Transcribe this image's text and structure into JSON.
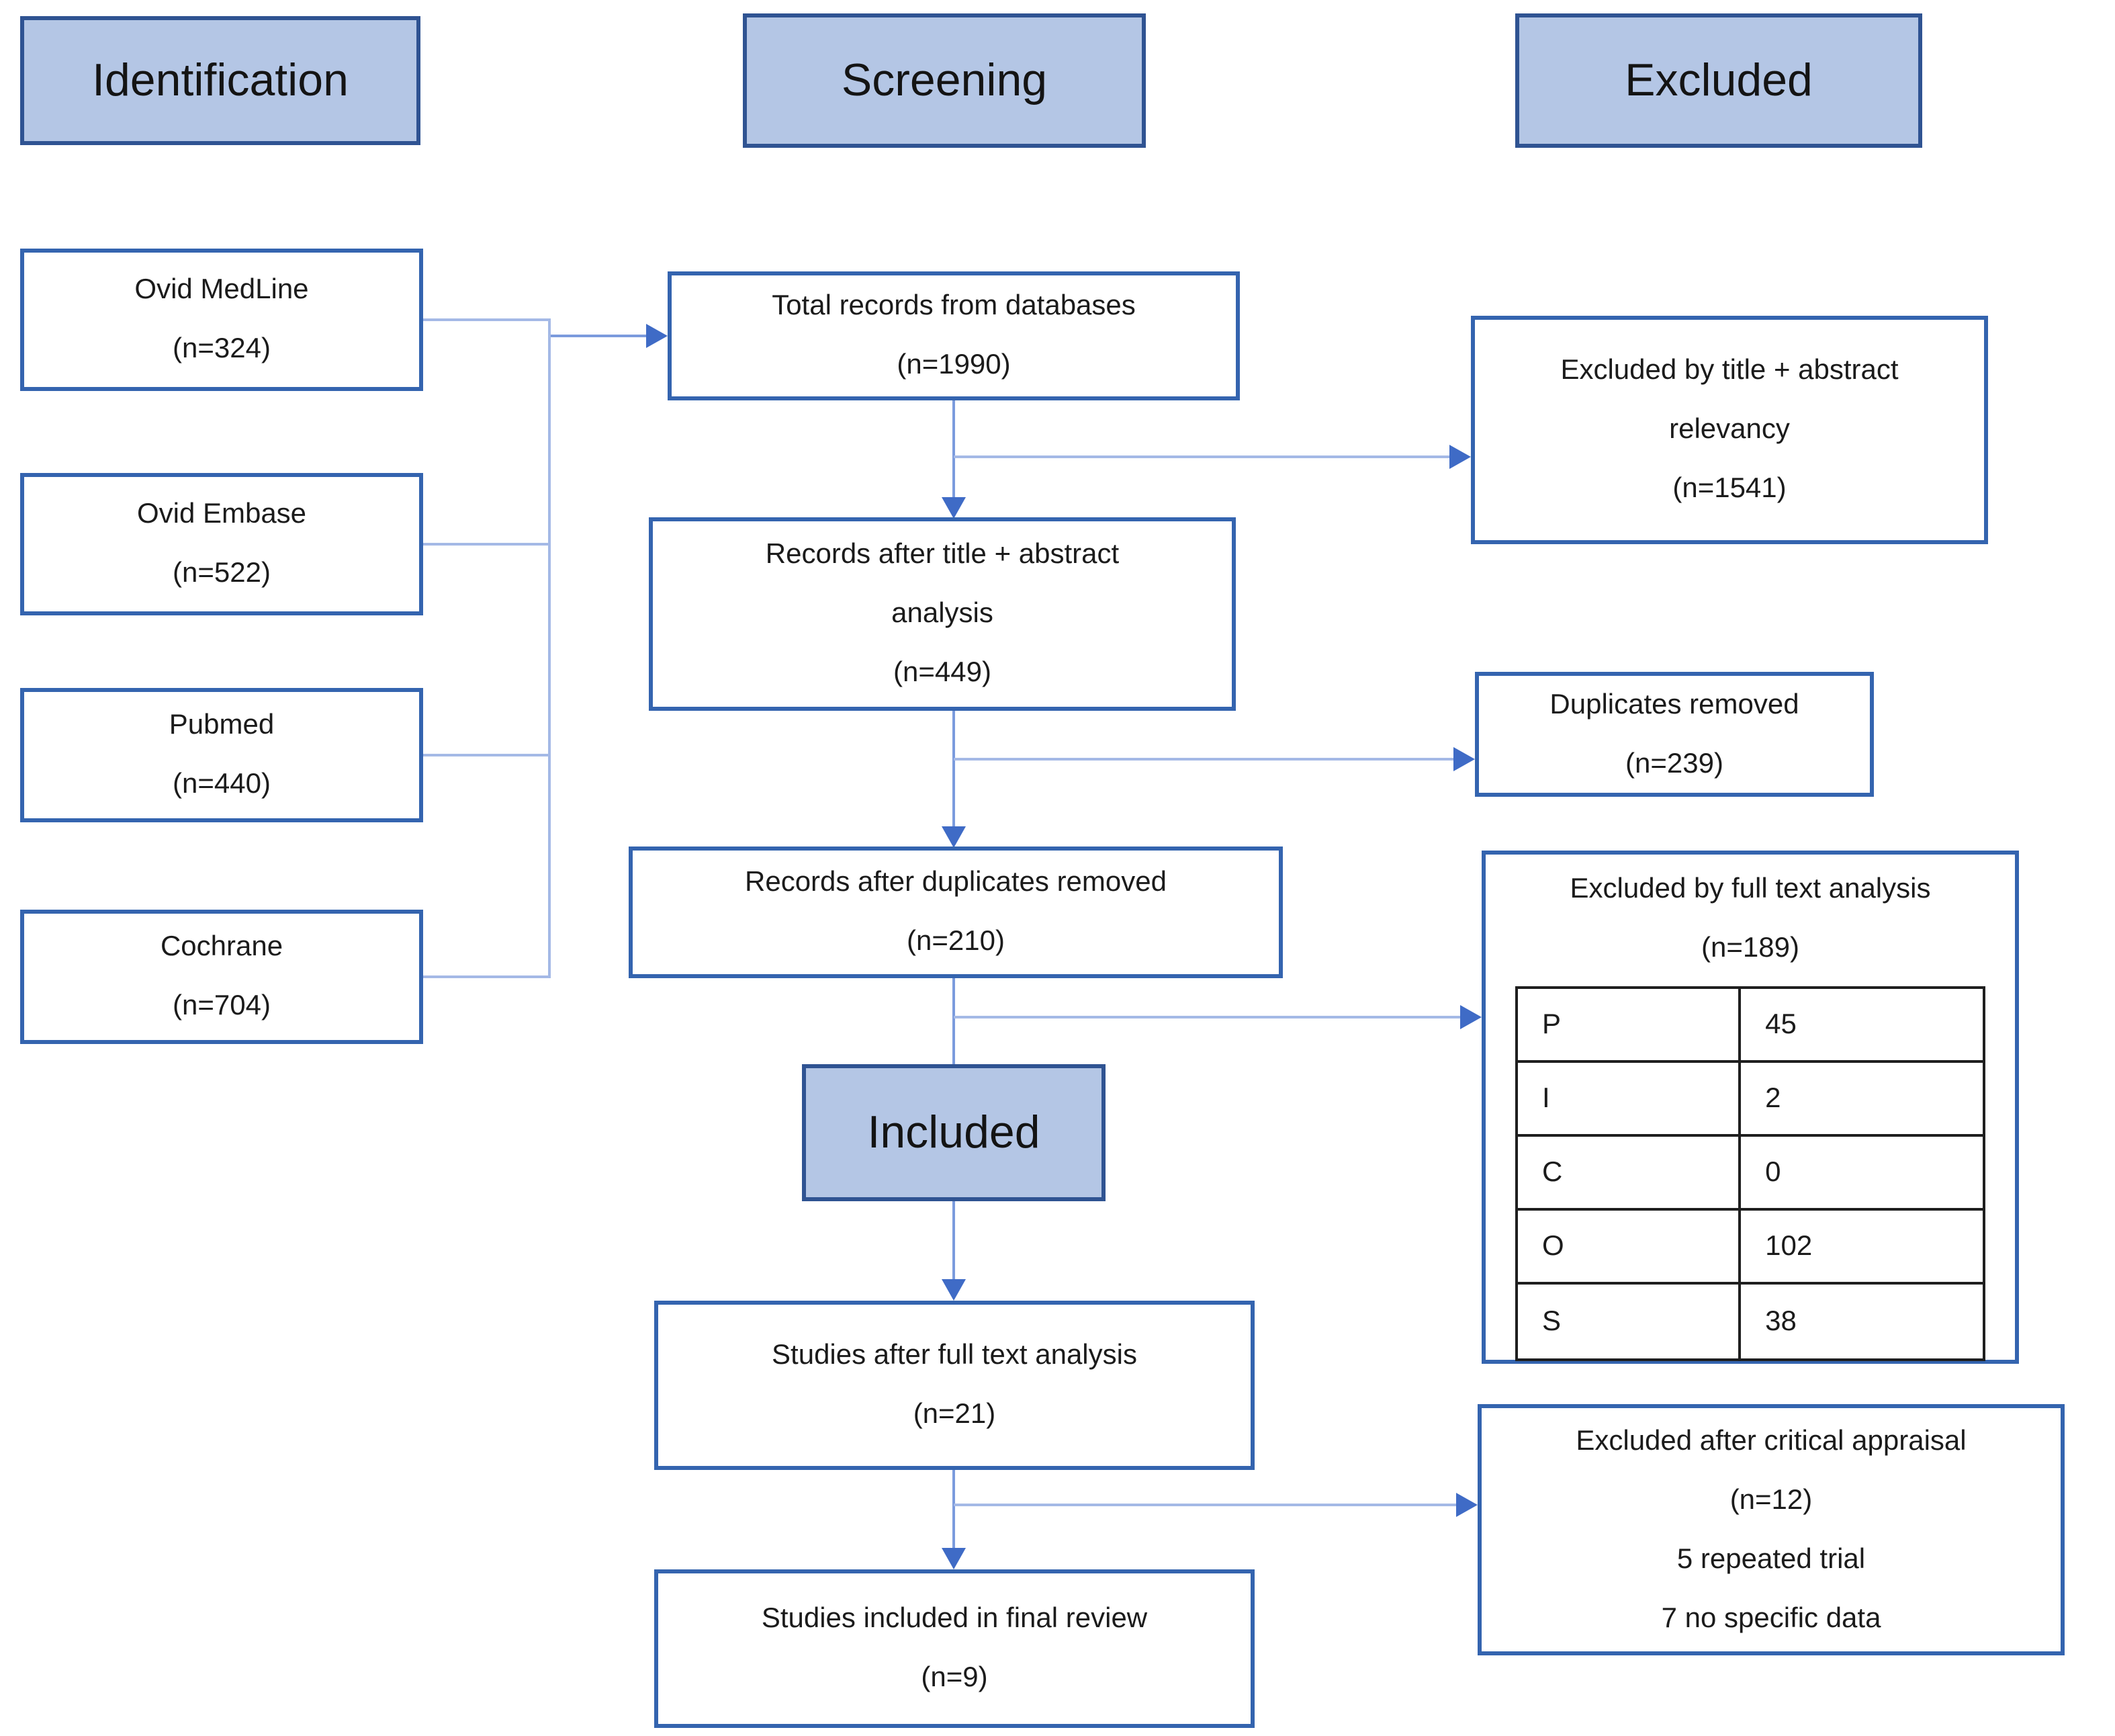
{
  "headers": {
    "identification": "Identification",
    "screening": "Screening",
    "excluded": "Excluded"
  },
  "sources": [
    {
      "name": "Ovid MedLine",
      "count": "(n=324)"
    },
    {
      "name": "Ovid Embase",
      "count": "(n=522)"
    },
    {
      "name": "Pubmed",
      "count": "(n=440)"
    },
    {
      "name": "Cochrane",
      "count": "(n=704)"
    }
  ],
  "screening_flow": {
    "total_records": {
      "line1": "Total records from databases",
      "line2": "(n=1990)"
    },
    "after_title_abstract": {
      "line1": "Records after title + abstract",
      "line2": "analysis",
      "line3": "(n=449)"
    },
    "after_duplicates": {
      "line1": "Records after duplicates removed",
      "line2": "(n=210)"
    },
    "included_label": "Included",
    "after_full_text": {
      "line1": "Studies after full text analysis",
      "line2": "(n=21)"
    },
    "final_review": {
      "line1": "Studies included in final review",
      "line2": "(n=9)"
    }
  },
  "exclusions": {
    "title_abstract": {
      "line1": "Excluded by title + abstract",
      "line2": "relevancy",
      "line3": "(n=1541)"
    },
    "duplicates": {
      "line1": "Duplicates removed",
      "line2": "(n=239)"
    },
    "full_text": {
      "line1": "Excluded by full text analysis",
      "line2": "(n=189)",
      "table": [
        {
          "label": "P",
          "value": "45"
        },
        {
          "label": "I",
          "value": "2"
        },
        {
          "label": "C",
          "value": "0"
        },
        {
          "label": "O",
          "value": "102"
        },
        {
          "label": "S",
          "value": "38"
        }
      ]
    },
    "critical_appraisal": {
      "line1": "Excluded after critical appraisal",
      "line2": "(n=12)",
      "line3": "5 repeated trial",
      "line4": "7 no specific data"
    }
  },
  "colors": {
    "header_fill": "#b4c6e5",
    "header_border": "#2f5392",
    "box_border": "#3464af",
    "connector_light": "#a4b9e6",
    "connector_mid": "#7b9bdd",
    "arrowhead": "#3f6bc6",
    "table_border": "#1f1f1f",
    "text": "#1b1b1b"
  }
}
